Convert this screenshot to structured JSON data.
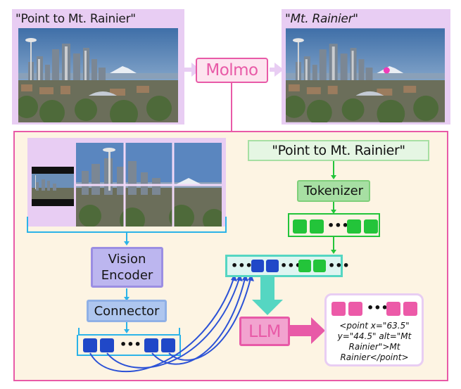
{
  "top": {
    "input_caption": "\"Point to Mt. Rainier\"",
    "output_caption_quote_open": "\"",
    "output_caption_text": "Mt. Rainier",
    "output_caption_quote_close": "\"",
    "model_label": "Molmo"
  },
  "pipeline": {
    "prompt_text": "\"Point to Mt. Rainier\"",
    "tokenizer_label": "Tokenizer",
    "vision_encoder_label": "Vision Encoder",
    "connector_label": "Connector",
    "llm_label": "LLM",
    "ellipsis": "•••",
    "output_text": "<point x=\"63.5\" y=\"44.5\" alt=\"Mt Rainier\">Mt Rainier</point>"
  },
  "colors": {
    "pink": "#e85aa7",
    "lavender": "#e8cdf3",
    "blue_token": "#2048c8",
    "green_token": "#23c43a",
    "green_box": "#a7dfa3",
    "vision_box": "#bcb6ef",
    "connector_box": "#aec6ef",
    "cyan": "#2bb3e8",
    "teal": "#55d6c2",
    "llm_pink": "#f2a3cf",
    "background": "#fdf4e3"
  },
  "icons": {
    "city_photo": "seattle-skyline-photo",
    "point_marker": "pink-dot-icon"
  }
}
